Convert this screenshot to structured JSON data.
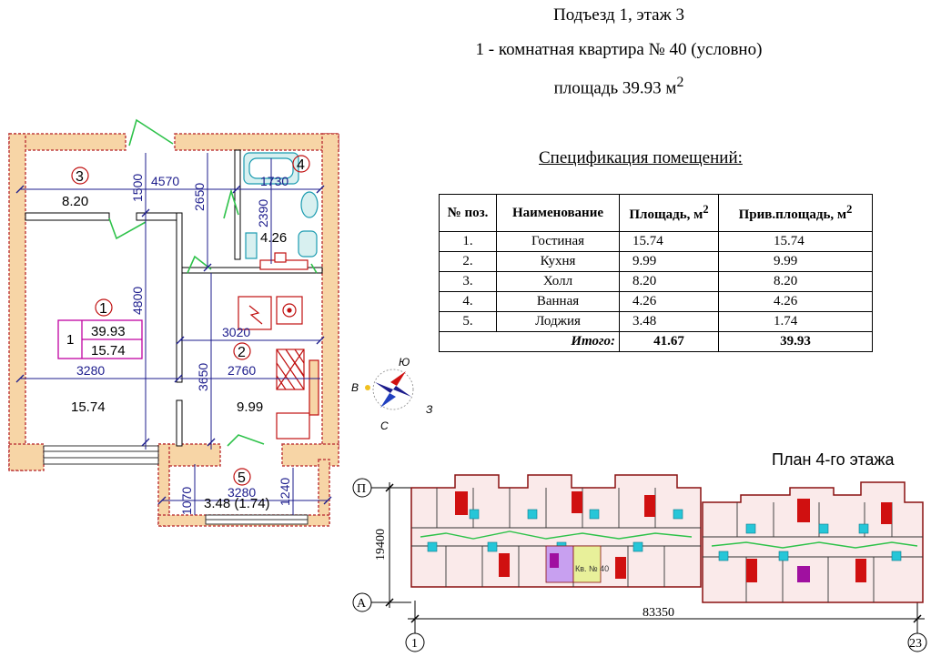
{
  "header": {
    "line1": "Подъезд 1, этаж 3",
    "line2": "1 - комнатная квартира № 40 (условно)",
    "line3_prefix": "площадь 39.93 м",
    "line3_sup": "2"
  },
  "spec": {
    "title": "Спецификация помещений:",
    "columns": [
      "№ поз.",
      "Наименование",
      "Площадь, м",
      "Прив.площадь, м"
    ],
    "column_sup": "2",
    "rows": [
      {
        "pos": "1.",
        "name": "Гостиная",
        "area": "15.74",
        "reduced": "15.74"
      },
      {
        "pos": "2.",
        "name": "Кухня",
        "area": "9.99",
        "reduced": "9.99"
      },
      {
        "pos": "3.",
        "name": "Холл",
        "area": "8.20",
        "reduced": "8.20"
      },
      {
        "pos": "4.",
        "name": "Ванная",
        "area": "4.26",
        "reduced": "4.26"
      },
      {
        "pos": "5.",
        "name": "Лоджия",
        "area": "3.48",
        "reduced": "1.74"
      }
    ],
    "total_label": "Итого:",
    "total_area": "41.67",
    "total_reduced": "39.93"
  },
  "plan": {
    "room_numbers": [
      "1",
      "2",
      "3",
      "4",
      "5"
    ],
    "areas": {
      "hall": "8.20",
      "bath": "4.26",
      "living": "15.74",
      "kitchen": "9.99",
      "loggia": "3.48 (1.74)"
    },
    "dims": [
      "4570",
      "1730",
      "1500",
      "2650",
      "2390",
      "4800",
      "3020",
      "3650",
      "3280",
      "2760",
      "3280",
      "1070",
      "1240"
    ],
    "tag": {
      "num": "1",
      "total": "39.93",
      "living": "15.74"
    }
  },
  "compass": {
    "n": "Ю",
    "w": "В",
    "e": "З",
    "s": "С"
  },
  "floor_plan": {
    "title": "План 4-го этажа",
    "axis_top": "П",
    "axis_bottom": "А",
    "axis_left": "1",
    "axis_right": "23",
    "height_dim": "19400",
    "width_dim": "83350",
    "apt_label": "Кв. № 40"
  },
  "colors": {
    "wall": "#f7d5a6",
    "wall_outline": "#c04040",
    "dim": "#1c1c8c",
    "door": "#2ec24a",
    "tag": "#c000a0",
    "red": "#d01010"
  }
}
